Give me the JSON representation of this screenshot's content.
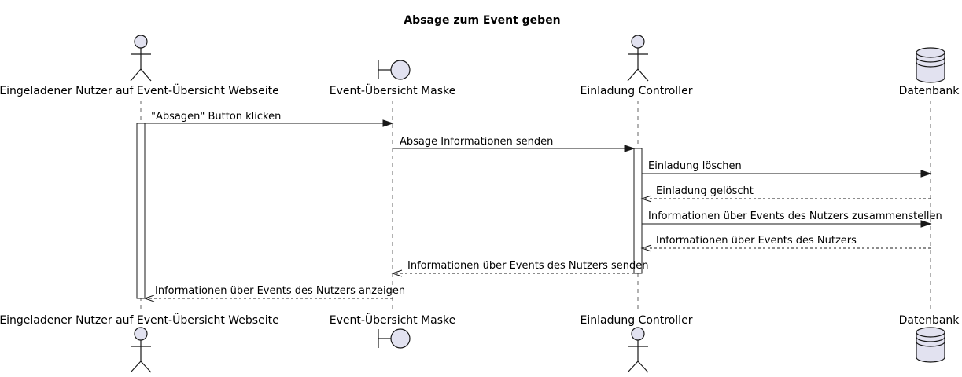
{
  "title": "Absage zum Event geben",
  "participants": [
    {
      "name": "Eingeladener Nutzer auf Event-Übersicht Webseite",
      "type": "actor"
    },
    {
      "name": "Event-Übersicht Maske",
      "type": "boundary"
    },
    {
      "name": "Einladung Controller",
      "type": "actor"
    },
    {
      "name": "Datenbank",
      "type": "database"
    }
  ],
  "messages": [
    {
      "from": 0,
      "to": 1,
      "label": "\"Absagen\" Button klicken",
      "style": "solid"
    },
    {
      "from": 1,
      "to": 2,
      "label": "Absage Informationen senden",
      "style": "solid"
    },
    {
      "from": 2,
      "to": 3,
      "label": "Einladung löschen",
      "style": "solid"
    },
    {
      "from": 3,
      "to": 2,
      "label": "Einladung gelöscht",
      "style": "dashed"
    },
    {
      "from": 2,
      "to": 3,
      "label": "Informationen über Events des Nutzers zusammenstellen",
      "style": "solid"
    },
    {
      "from": 3,
      "to": 2,
      "label": "Informationen über Events des Nutzers",
      "style": "dashed"
    },
    {
      "from": 2,
      "to": 1,
      "label": "Informationen über Events des Nutzers senden",
      "style": "dashed"
    },
    {
      "from": 1,
      "to": 0,
      "label": "Informationen über Events des Nutzers anzeigen",
      "style": "dashed"
    }
  ],
  "colors": {
    "participant_fill": "#E2E2F0",
    "stroke": "#181818",
    "lifeline": "#666666"
  }
}
